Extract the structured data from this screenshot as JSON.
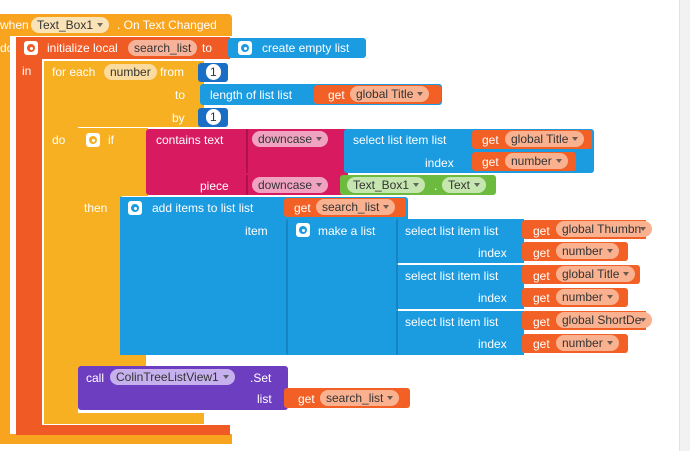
{
  "colors": {
    "event": "#f9a41f",
    "control": "#f6b021",
    "local_var": "#ef5a25",
    "list": "#1b9be0",
    "math": "#1a6fc4",
    "text": "#d81b60",
    "component": "#6d3fc0",
    "get": "#f26025",
    "green": "#6cbb3f",
    "white": "#ffffff"
  },
  "event": {
    "when": "when",
    "component": "Text_Box1",
    "name": ". On Text Changed"
  },
  "init_local": {
    "do": "do",
    "label": "initialize local",
    "var": "search_list",
    "to": "to",
    "value_label": "create empty list",
    "in": "in"
  },
  "foreach": {
    "label": "for each",
    "var": "number",
    "from": "from",
    "from_val": "1",
    "to": "to",
    "to_label": "length of list  list",
    "to_get": "get",
    "to_get_var": "global Title",
    "by": "by",
    "by_val": "1",
    "do": "do"
  },
  "if_block": {
    "if": "if",
    "contains": "contains  text",
    "downcase1": "downcase",
    "select_label": "select list item  list",
    "get": "get",
    "sel_list": "global Title",
    "index": "index",
    "sel_index": "number",
    "piece": "piece",
    "downcase2": "downcase",
    "tb_comp": "Text_Box1",
    "tb_prop": "Text",
    "then": "then"
  },
  "add_items": {
    "label": "add items to list  list",
    "get": "get",
    "list_var": "search_list",
    "item": "item",
    "make_list": "make a list",
    "rows": [
      {
        "select": "select list item  list",
        "get1": "get",
        "list": "global Thumbn",
        "index": "index",
        "get2": "get",
        "idx": "number"
      },
      {
        "select": "select list item  list",
        "get1": "get",
        "list": "global Title",
        "index": "index",
        "get2": "get",
        "idx": "number"
      },
      {
        "select": "select list item  list",
        "get1": "get",
        "list": "global ShortDe",
        "index": "index",
        "get2": "get",
        "idx": "number"
      }
    ]
  },
  "call": {
    "call": "call",
    "component": "ColinTreeListView1",
    "method": ".Set",
    "list": "list",
    "get": "get",
    "var": "search_list"
  }
}
